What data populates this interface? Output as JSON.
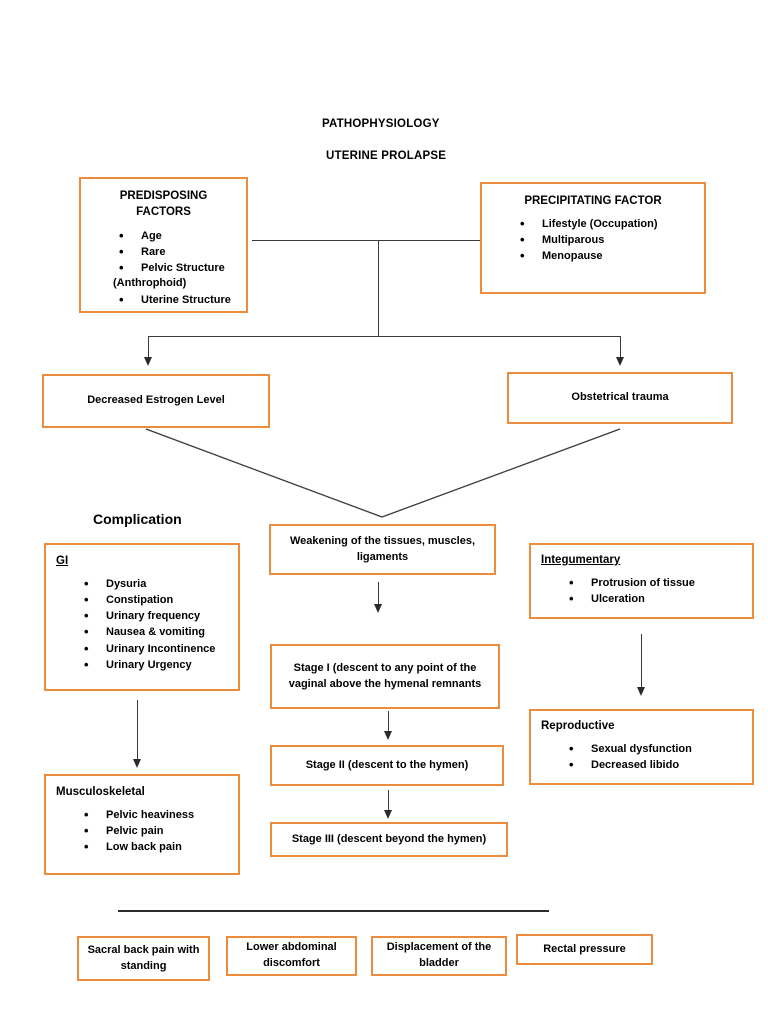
{
  "header": {
    "line1": "PATHOPHYSIOLOGY",
    "line2": "UTERINE PROLAPSE"
  },
  "headings": {
    "complication": "Complication"
  },
  "colors": {
    "box_border": "#ED8B3C",
    "connector": "#3a3a3a",
    "text": "#000000",
    "background": "#ffffff"
  },
  "boxes": {
    "predisposing": {
      "title": "PREDISPOSING FACTORS",
      "items": [
        "Age",
        "Rare",
        "Pelvic Structure",
        "Uterine Structure"
      ],
      "item_continuation": "(Anthrophoid)"
    },
    "precipitating": {
      "title": "PRECIPITATING FACTOR",
      "items": [
        "Lifestyle (Occupation)",
        "Multiparous",
        "Menopause"
      ]
    },
    "decreased_estrogen": {
      "text": "Decreased Estrogen Level"
    },
    "obstetrical_trauma": {
      "text": "Obstetrical trauma"
    },
    "weakening": {
      "text": "Weakening of the tissues, muscles, ligaments"
    },
    "gi": {
      "title": "GI",
      "items": [
        "Dysuria",
        "Constipation",
        "Urinary frequency",
        "Nausea & vomiting",
        "Urinary Incontinence",
        "Urinary Urgency"
      ]
    },
    "musculoskeletal": {
      "title": "Musculoskeletal",
      "items": [
        "Pelvic heaviness",
        "Pelvic pain",
        "Low back pain"
      ]
    },
    "integumentary": {
      "title": "Integumentary",
      "items": [
        "Protrusion of tissue",
        "Ulceration"
      ]
    },
    "reproductive": {
      "title": "Reproductive",
      "items": [
        "Sexual dysfunction",
        "Decreased libido"
      ]
    },
    "stage1": {
      "text": "Stage I (descent to any point of the vaginal above the hymenal remnants"
    },
    "stage2": {
      "text": "Stage II (descent to the hymen)"
    },
    "stage3": {
      "text": "Stage III (descent beyond the hymen)"
    },
    "sacral_back_pain": {
      "text": "Sacral back pain with standing"
    },
    "lower_abdominal": {
      "text": "Lower abdominal discomfort"
    },
    "displacement_bladder": {
      "text": "Displacement of the bladder"
    },
    "rectal_pressure": {
      "text": "Rectal pressure"
    }
  }
}
